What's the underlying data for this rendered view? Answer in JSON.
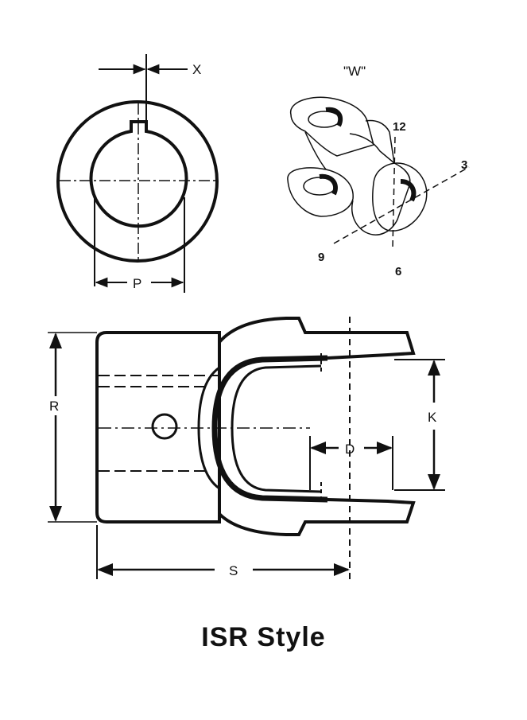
{
  "caption": "ISR Style",
  "end_view": {
    "dim_x": "X",
    "dim_p": "P"
  },
  "iso_view": {
    "title": "\"W\"",
    "clock_12": "12",
    "clock_3": "3",
    "clock_6": "6",
    "clock_9": "9"
  },
  "side_view": {
    "dim_r": "R",
    "dim_k": "K",
    "dim_d": "D",
    "dim_s": "S"
  },
  "colors": {
    "ink": "#111111",
    "background": "#ffffff"
  }
}
